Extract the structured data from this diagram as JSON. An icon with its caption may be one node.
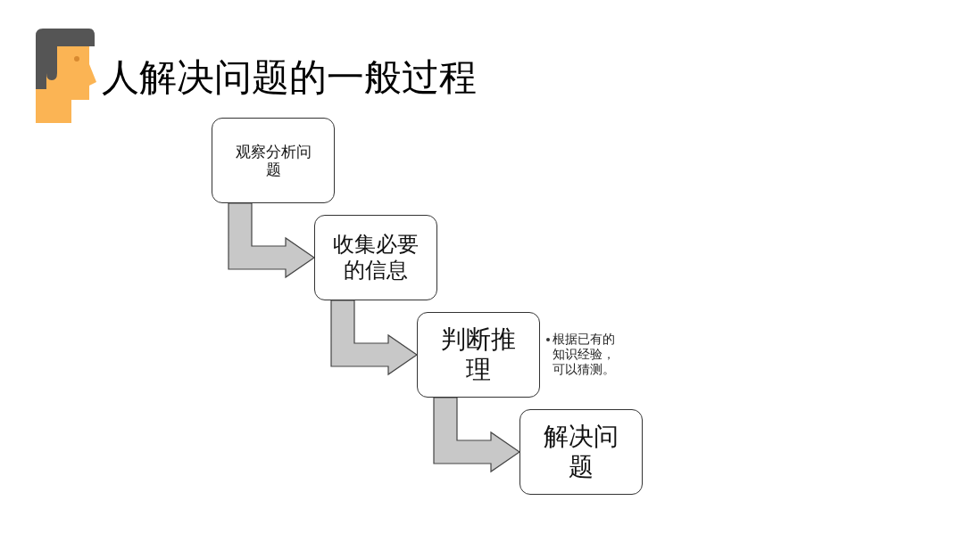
{
  "diagram": {
    "title": "人解决问题的一般过程",
    "nodes": [
      {
        "text": [
          "观察分析问题"
        ]
      },
      {
        "text": [
          "收集必要的信息"
        ]
      },
      {
        "text": [
          "判断推理"
        ],
        "beside": [
          "根据已有的知识经验，可以猜测。"
        ]
      },
      {
        "text": [
          "解决问题"
        ]
      }
    ],
    "edges": [
      {
        "from": 0,
        "to": 1,
        "arrow": "to"
      },
      {
        "from": 1,
        "to": 2,
        "arrow": "to"
      },
      {
        "from": 2,
        "to": 3,
        "arrow": "to"
      }
    ]
  }
}
